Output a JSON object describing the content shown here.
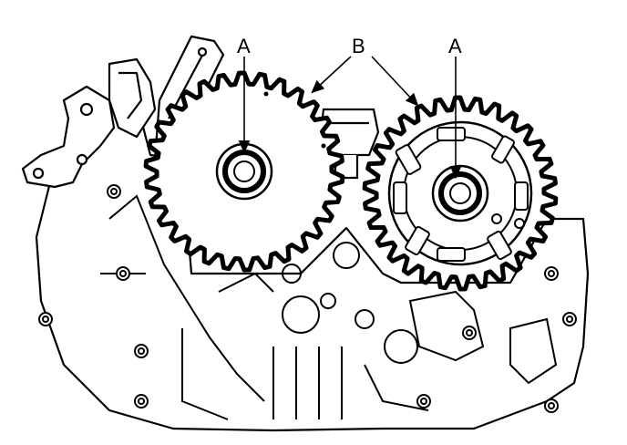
{
  "labels": {
    "a_left": "A",
    "b_top": "B",
    "a_right": "A"
  },
  "colors": {
    "ink": "#000000",
    "paper": "#ffffff"
  }
}
